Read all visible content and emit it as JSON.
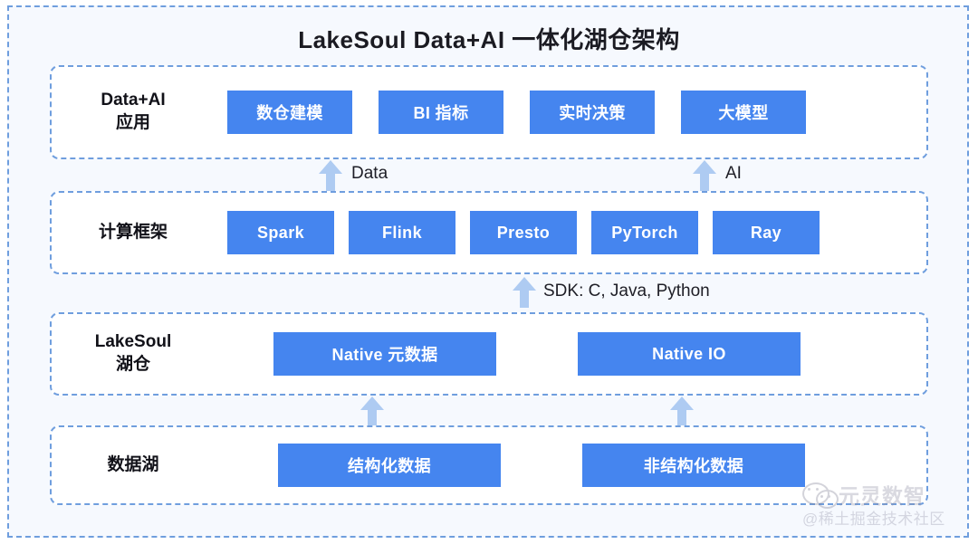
{
  "diagram": {
    "title": "LakeSoul Data+AI 一体化湖仓架构",
    "accent_color": "#4585ef",
    "frame_color": "#6f9ede",
    "arrow_color": "#aecbf2",
    "background_color": "#f6f9fe",
    "layers": [
      {
        "id": "apps",
        "label": "Data+AI\n应用",
        "items": [
          {
            "label": "数仓建模"
          },
          {
            "label": "BI 指标"
          },
          {
            "label": "实时决策"
          },
          {
            "label": "大模型"
          }
        ]
      },
      {
        "id": "compute",
        "label": "计算框架",
        "items": [
          {
            "label": "Spark"
          },
          {
            "label": "Flink"
          },
          {
            "label": "Presto"
          },
          {
            "label": "PyTorch"
          },
          {
            "label": "Ray"
          }
        ]
      },
      {
        "id": "lakehouse",
        "label": "LakeSoul\n湖仓",
        "items": [
          {
            "label": "Native 元数据"
          },
          {
            "label": "Native IO"
          }
        ]
      },
      {
        "id": "datalake",
        "label": "数据湖",
        "items": [
          {
            "label": "结构化数据"
          },
          {
            "label": "非结构化数据"
          }
        ]
      }
    ],
    "connectors": [
      {
        "id": "data-arrow",
        "label": "Data"
      },
      {
        "id": "ai-arrow",
        "label": "AI"
      },
      {
        "id": "sdk-arrow",
        "label": "SDK: C, Java, Python"
      },
      {
        "id": "meta-arrow",
        "label": ""
      },
      {
        "id": "io-arrow",
        "label": ""
      }
    ]
  },
  "watermark": {
    "brand": "元灵数智",
    "handle": "@稀土掘金技术社区",
    "logo_icon": "wechat-icon"
  }
}
